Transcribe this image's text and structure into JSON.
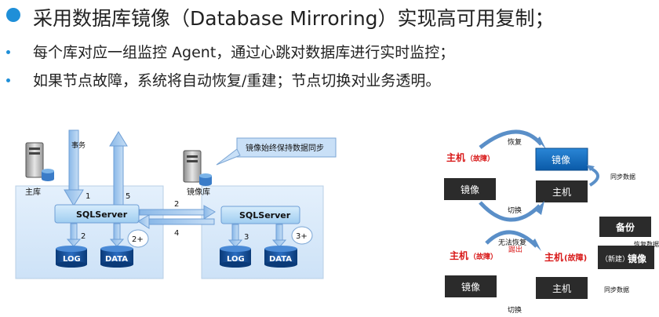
{
  "header": {
    "title": "采用数据库镜像（Database Mirroring）实现高可用复制；",
    "bullets": [
      "每个库对应一组监控 Agent，通过心跳对数据库进行实时监控；",
      "如果节点故障，系统将自动恢复/重建；节点切换对业务透明。"
    ]
  },
  "left_diagram": {
    "primary_label": "主库",
    "mirror_label": "镜像库",
    "callout": "镜像始终保持数据同步",
    "transaction_label": "事务",
    "sqlserver_label": "SQLServer",
    "log_label": "LOG",
    "data_label": "DATA",
    "steps": {
      "s1": "1",
      "s2": "2",
      "s2p": "2+",
      "s3": "3",
      "s3p": "3+",
      "s4": "4",
      "s5": "5"
    }
  },
  "right_diagram": {
    "top": {
      "host_fail": "主机",
      "fail_paren": "（故障）",
      "mirror_blue": "镜像",
      "mirror_dark": "镜像",
      "host_dark": "主机",
      "recover": "恢复",
      "switch": "切换",
      "sync": "同步数据"
    },
    "bottom": {
      "host_fail": "主机",
      "fail_paren": "（故障）",
      "cannot_recover": "无法恢复",
      "remove": "踢出",
      "host_fail2": "主机",
      "fail_paren2": "(故障)",
      "mirror_dark": "镜像",
      "host_dark": "主机",
      "switch": "切换",
      "sync": "同步数据",
      "backup": "备份",
      "restore_data": "恢复数据",
      "new_prefix": "（新建）",
      "new_mirror": "镜像"
    }
  }
}
